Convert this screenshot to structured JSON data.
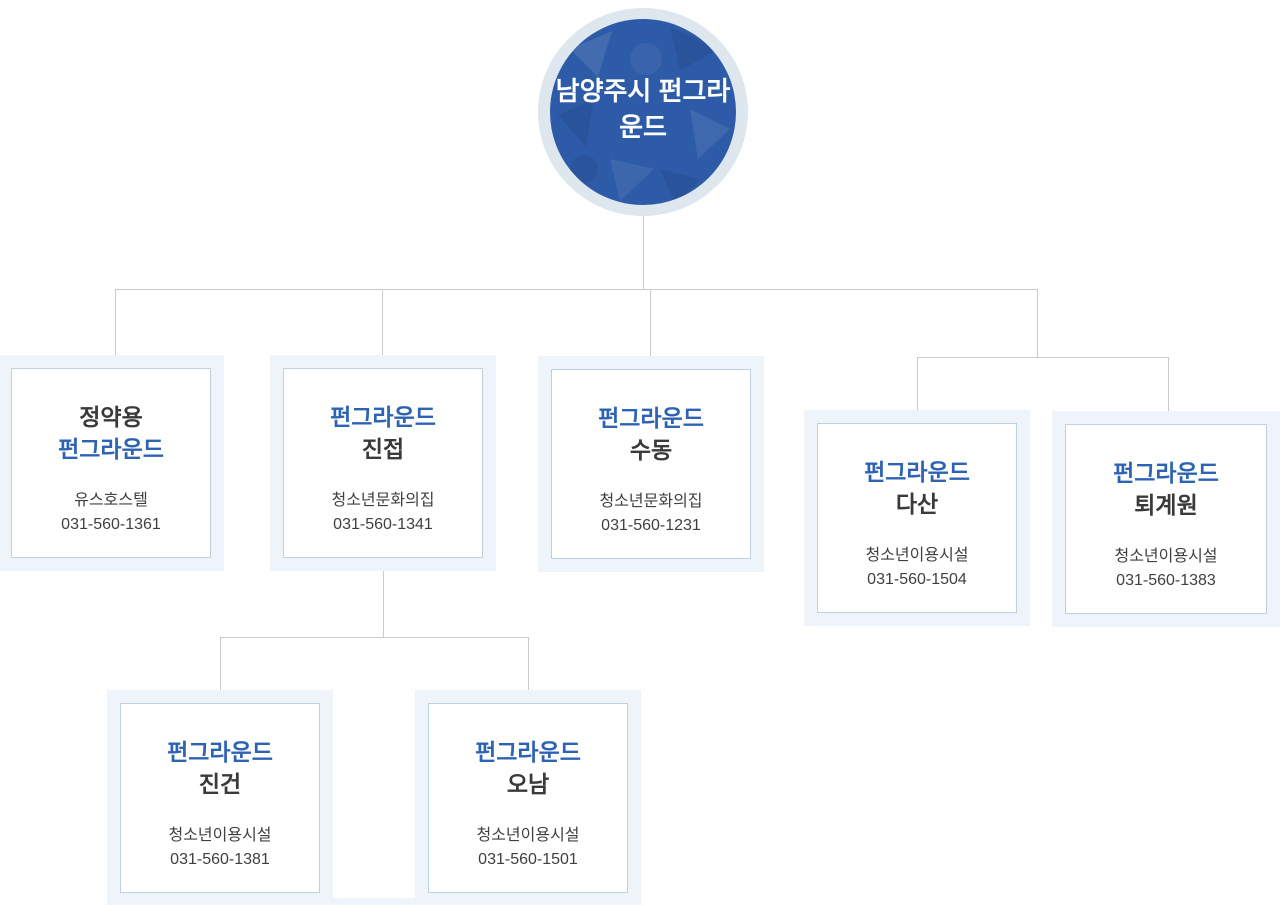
{
  "org": {
    "root": {
      "line1": "남양주시",
      "line2": "펀그라운드"
    },
    "nodes": [
      {
        "line1": "정약용",
        "line2": "펀그라운드",
        "facility": "유스호스텔",
        "phone": "031-560-1361",
        "parent": "남양주시 펀그라운드"
      },
      {
        "line1": "펀그라운드",
        "line2": "진접",
        "facility": "청소년문화의집",
        "phone": "031-560-1341",
        "parent": "남양주시 펀그라운드"
      },
      {
        "line1": "펀그라운드",
        "line2": "수동",
        "facility": "청소년문화의집",
        "phone": "031-560-1231",
        "parent": "남양주시 펀그라운드"
      },
      {
        "line1": "펀그라운드",
        "line2": "다산",
        "facility": "청소년이용시설",
        "phone": "031-560-1504",
        "parent": "남양주시 펀그라운드"
      },
      {
        "line1": "펀그라운드",
        "line2": "퇴계원",
        "facility": "청소년이용시설",
        "phone": "031-560-1383",
        "parent": "남양주시 펀그라운드"
      },
      {
        "line1": "펀그라운드",
        "line2": "진건",
        "facility": "청소년이용시설",
        "phone": "031-560-1381",
        "parent": "펀그라운드 진접"
      },
      {
        "line1": "펀그라운드",
        "line2": "오남",
        "facility": "청소년이용시설",
        "phone": "031-560-1501",
        "parent": "펀그라운드 진접"
      }
    ]
  },
  "colors": {
    "accent_blue_text": "#2e63b4",
    "dark_text": "#3a3a3a",
    "circle_fill": "#2d5ba7",
    "circle_ring": "#dee7ee",
    "panel_background": "#eef4f9",
    "card_border": "#bed1e2",
    "connector_line": "#c9cbcc"
  }
}
